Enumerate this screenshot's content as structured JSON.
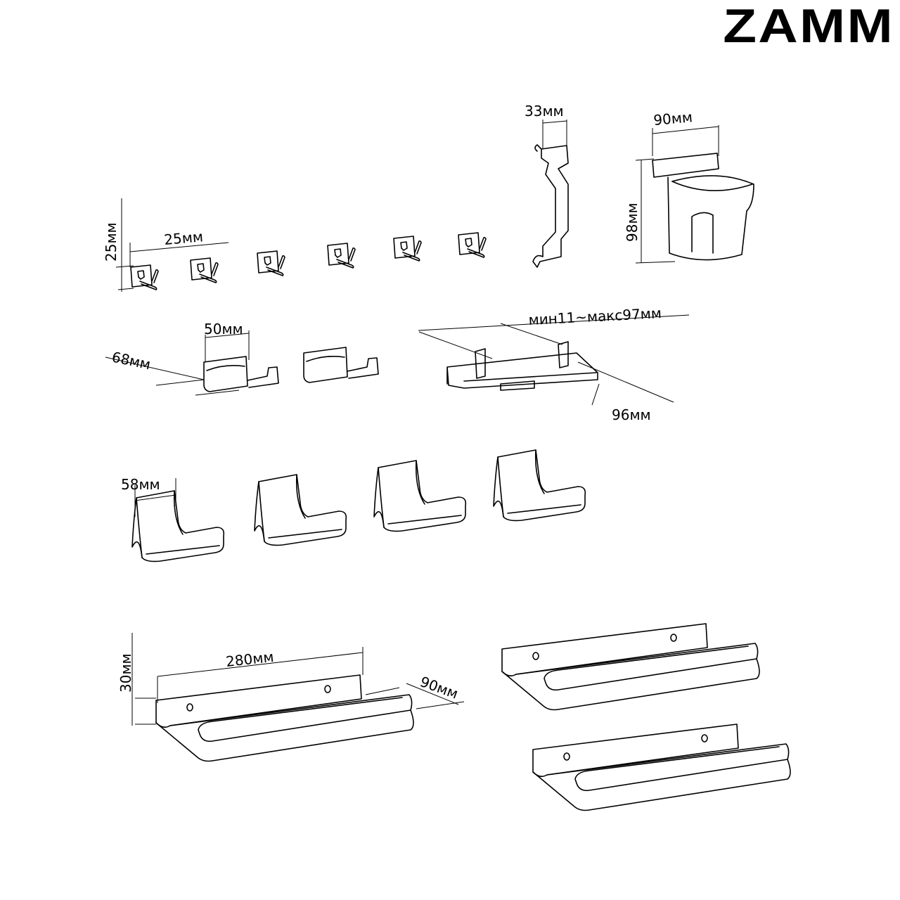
{
  "brand": {
    "logo": "ZAMM"
  },
  "dimensions": {
    "hook_height": "25мм",
    "hook_width": "25мм",
    "bracket_width": "33мм",
    "cup_width": "90мм",
    "cup_height": "98мм",
    "holder_width": "50мм",
    "holder_depth": "68мм",
    "clamp_range": "мин11~макс97мм",
    "clamp_depth": "96мм",
    "rest_width": "58мм",
    "shelf_length": "280мм",
    "shelf_depth": "90мм",
    "shelf_height": "30мм"
  },
  "colors": {
    "line": "#000000",
    "background": "#ffffff"
  }
}
